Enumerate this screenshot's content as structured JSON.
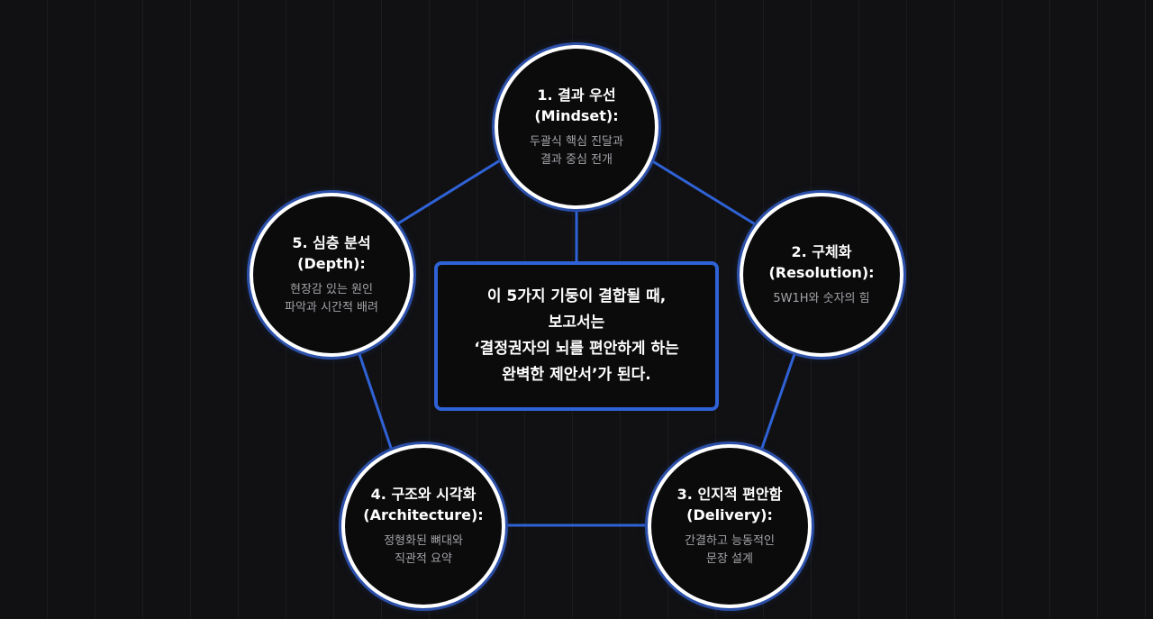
{
  "center": {
    "lines": [
      "이 5가지 기둥이 결합될 때,",
      "보고서는",
      "‘결정권자의 뇌를 편안하게 하는",
      "완벽한 제안서’가 된다."
    ]
  },
  "nodes": [
    {
      "title_lines": [
        "1. 결과 우선",
        "(Mindset):"
      ],
      "desc_lines": [
        "두괄식 핵심 진달과",
        "결과 중심 전개"
      ]
    },
    {
      "title_lines": [
        "2. 구체화",
        "(Resolution):"
      ],
      "desc_lines": [
        "5W1H와 숫자의 힘"
      ]
    },
    {
      "title_lines": [
        "3. 인지적 편안함",
        "(Delivery):"
      ],
      "desc_lines": [
        "간결하고 능동적인",
        "문장 설계"
      ]
    },
    {
      "title_lines": [
        "4. 구조와 시각화",
        "(Architecture):"
      ],
      "desc_lines": [
        "정형화된 뼈대와",
        "직관적 요약"
      ]
    },
    {
      "title_lines": [
        "5. 심층 분석",
        "(Depth):"
      ],
      "desc_lines": [
        "현장감 있는 원인",
        "파악과 시간적 배려"
      ]
    }
  ],
  "colors": {
    "connector": "#2f62d6",
    "node_border": "#ffffff",
    "node_glow": "#2b4fa8",
    "background": "#111113"
  }
}
